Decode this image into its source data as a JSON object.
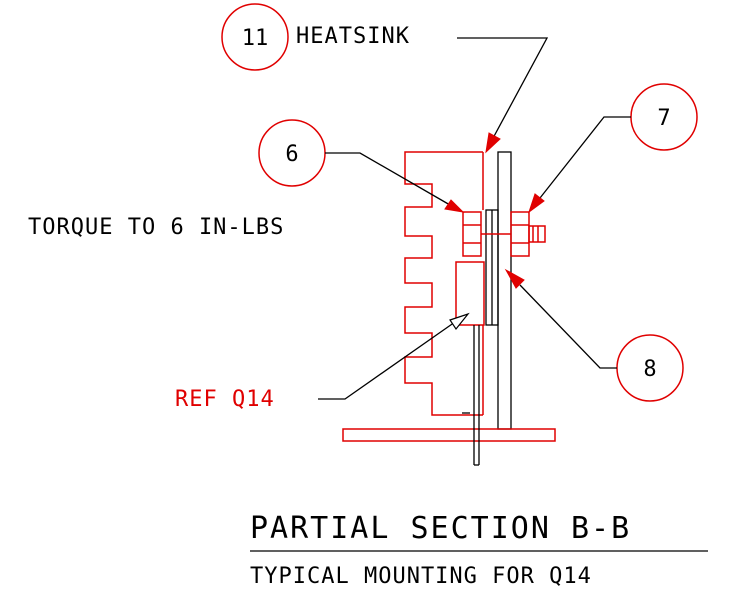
{
  "title": "PARTIAL SECTION B-B",
  "subtitle": "TYPICAL MOUNTING FOR Q14",
  "callouts": {
    "heatsink": {
      "number": "11",
      "label": "HEATSINK"
    },
    "item6": {
      "number": "6"
    },
    "item7": {
      "number": "7"
    },
    "item8": {
      "number": "8"
    }
  },
  "notes": {
    "torque": "TORQUE TO 6 IN-LBS",
    "ref": "REF Q14"
  },
  "colors": {
    "part_lines": "#e00000",
    "leader_lines": "#000000",
    "text": "#000000"
  }
}
